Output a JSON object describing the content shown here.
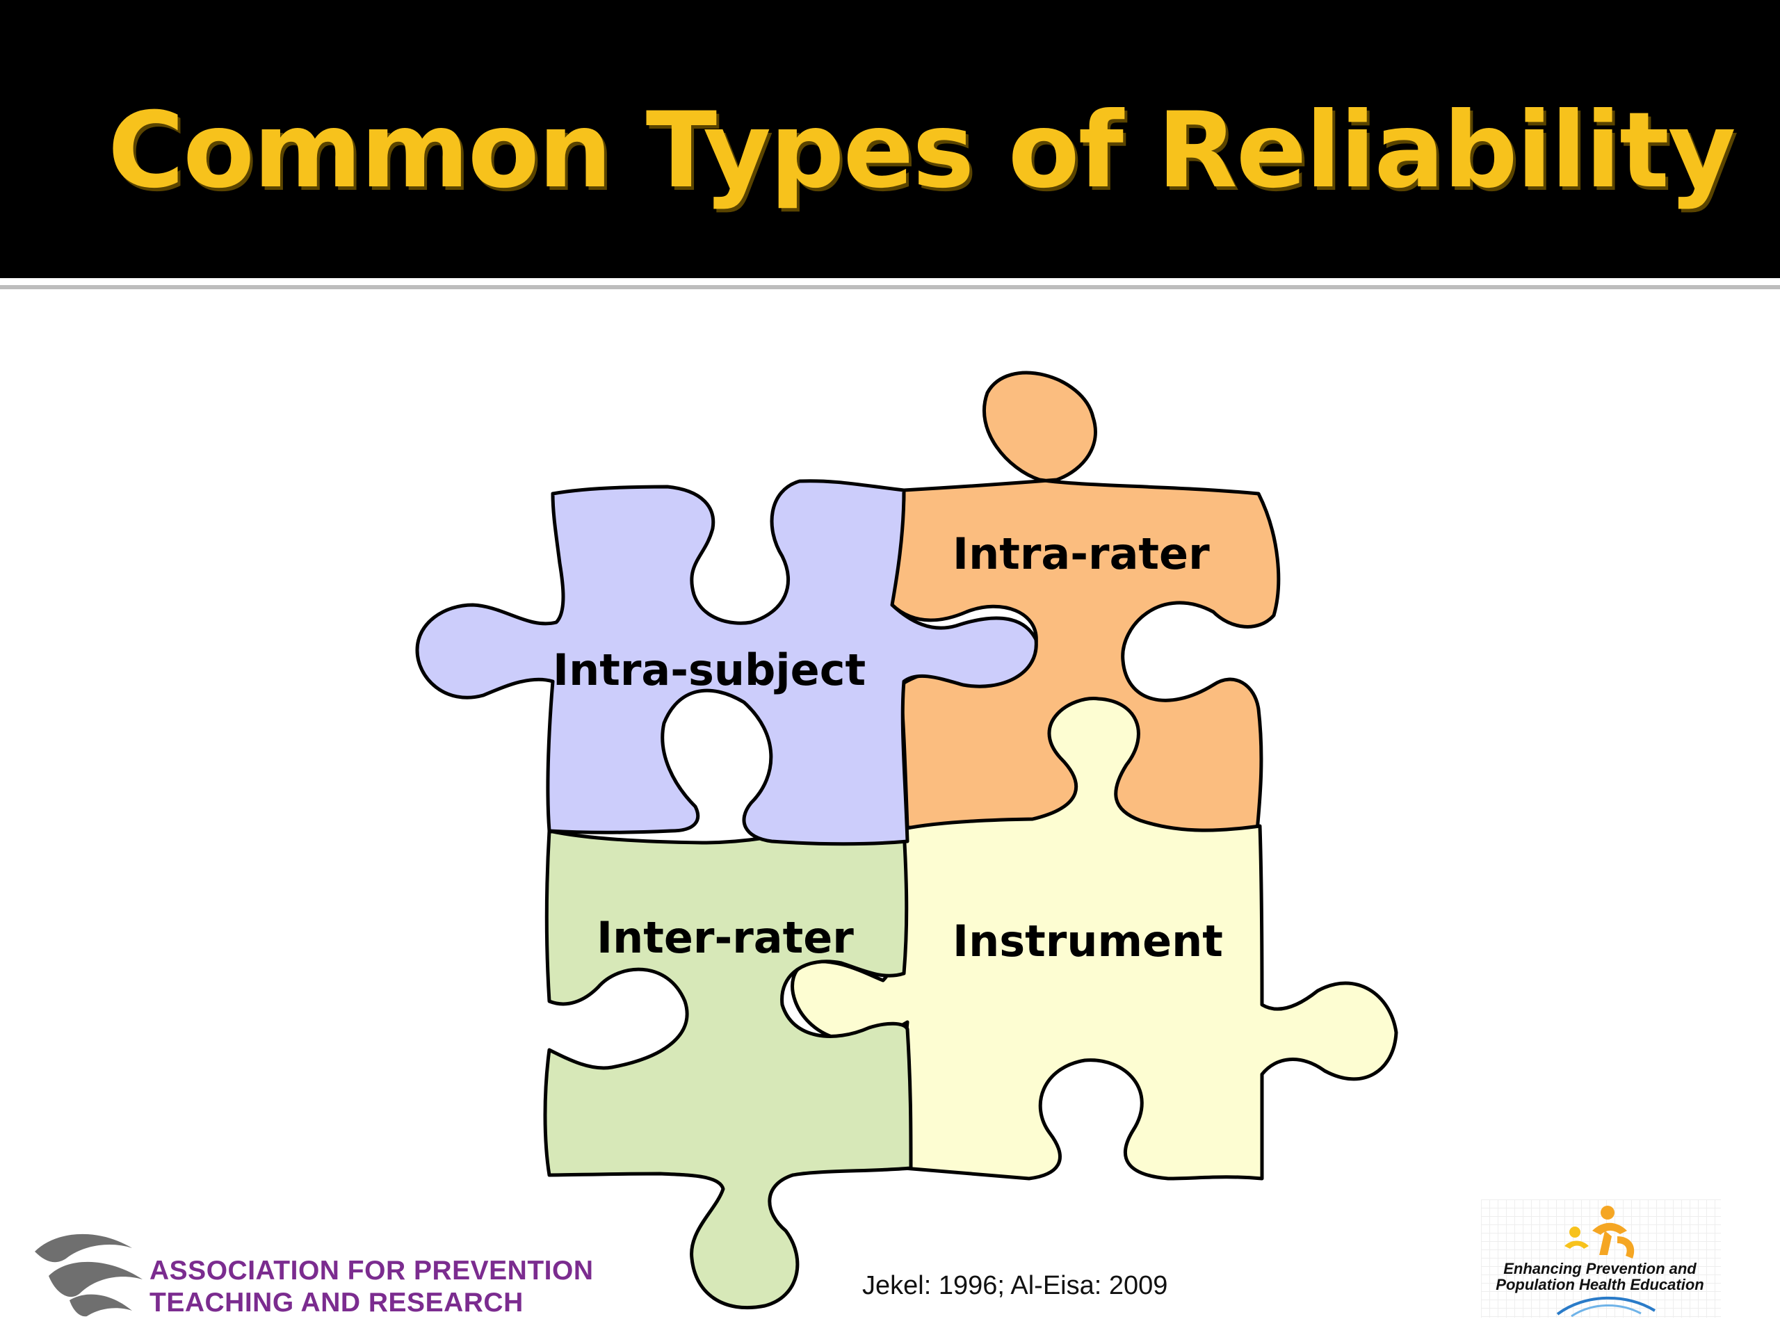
{
  "slide": {
    "title": "Common Types of Reliability",
    "citation": "Jekel: 1996; Al-Eisa: 2009"
  },
  "pieces": [
    {
      "label": "Intra-subject",
      "color": "#cccdfb"
    },
    {
      "label": "Intra-rater",
      "color": "#fbbd7f"
    },
    {
      "label": "Inter-rater",
      "color": "#d7e8b8"
    },
    {
      "label": "Instrument",
      "color": "#fdfdd2"
    }
  ],
  "logos": {
    "aptr": {
      "line1": "ASSOCIATION FOR PREVENTION",
      "line2": "TEACHING AND RESEARCH",
      "icon": "wave-swirl-icon"
    },
    "eph": {
      "line1": "Enhancing Prevention and",
      "line2": "Population Health Education",
      "icon": "running-figures-icon"
    }
  },
  "colors": {
    "title_bar": "#000000",
    "title_text": "#f7c21c",
    "aptr_text": "#7b2c8f",
    "outline": "#000000"
  }
}
